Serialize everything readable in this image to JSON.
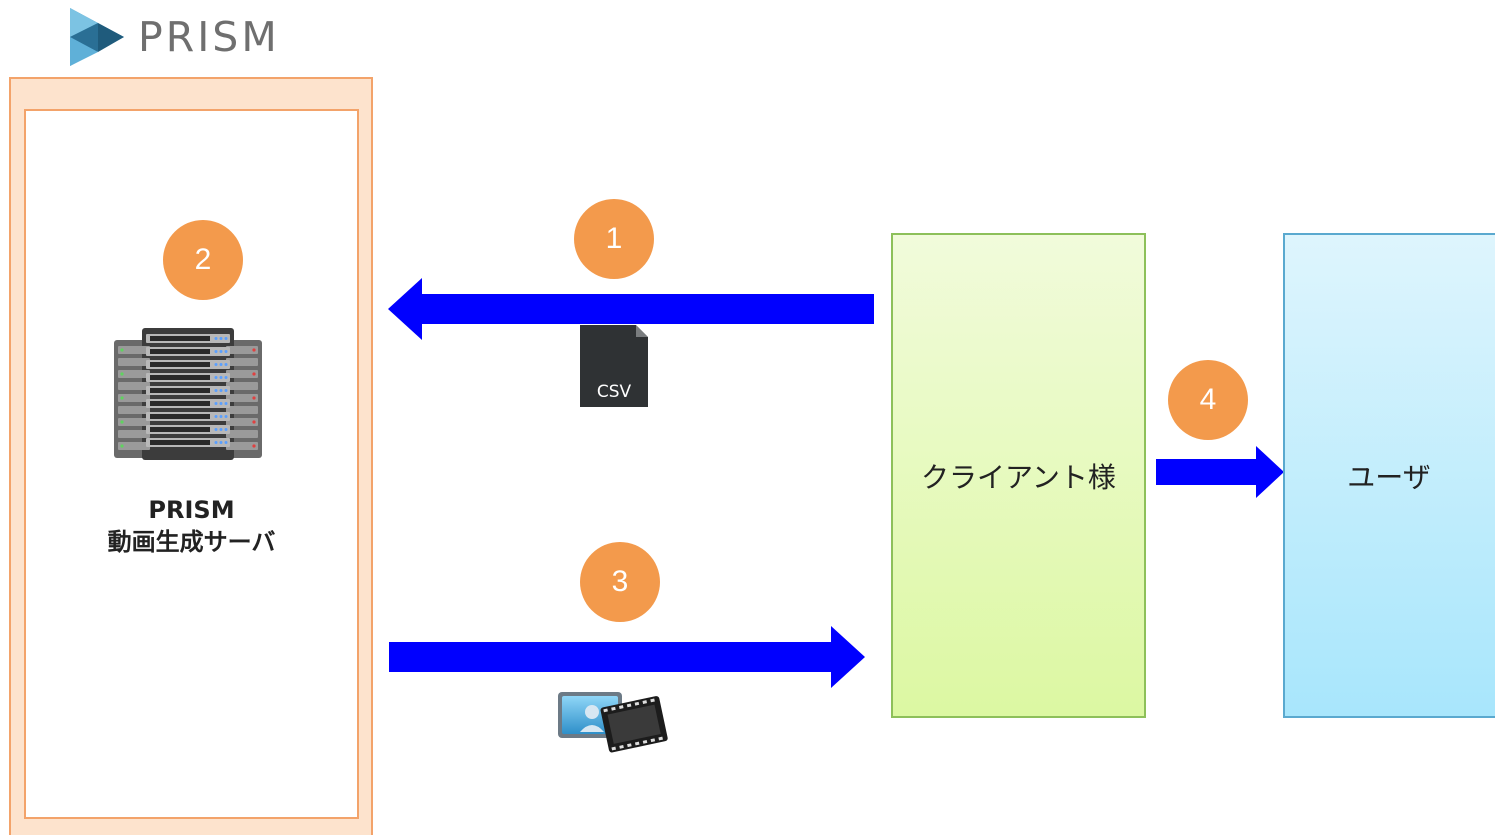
{
  "logo": {
    "text": "PRISM",
    "icon": "prism-triangle-icon"
  },
  "server": {
    "label_line1": "PRISM",
    "label_line2": "動画生成サーバ",
    "icon": "server-rack-icon"
  },
  "steps": [
    {
      "number": "1"
    },
    {
      "number": "2"
    },
    {
      "number": "3"
    },
    {
      "number": "4"
    }
  ],
  "files": {
    "csv_label": "CSV",
    "csv_icon": "csv-file-icon",
    "video_icon": "video-file-icon"
  },
  "client": {
    "label": "クライアント様"
  },
  "user": {
    "label": "ユーザ"
  },
  "colors": {
    "arrow": "#0000ff",
    "badge": "#f39a4c",
    "server_panel": "#fde3cd",
    "client_box": "#dcf8a2",
    "user_box": "#a8e6fc"
  }
}
